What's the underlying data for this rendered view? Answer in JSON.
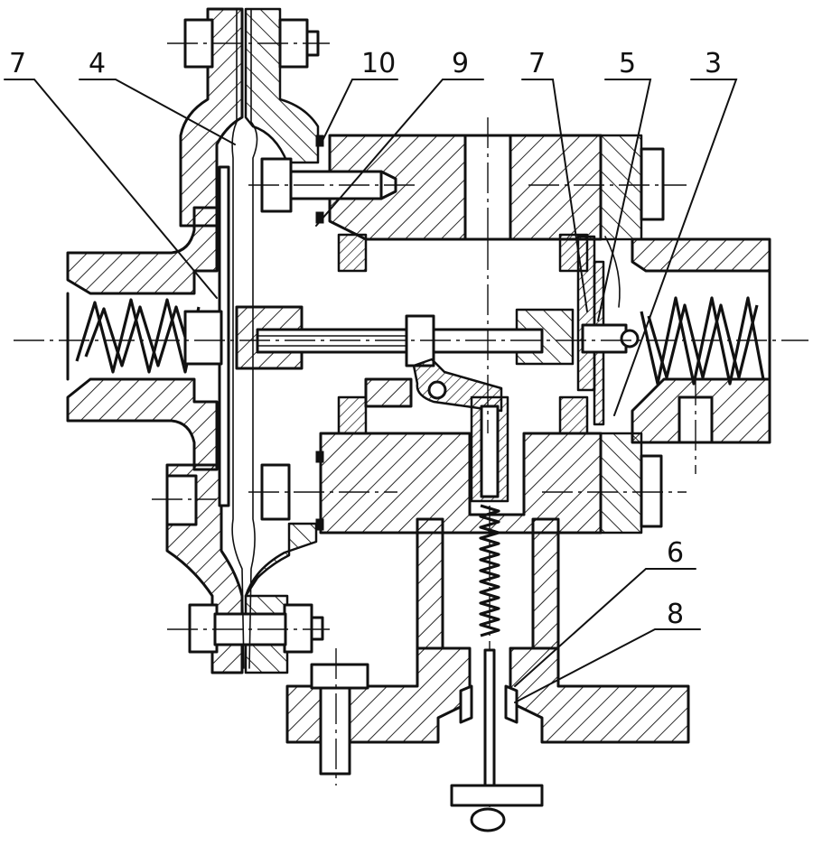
{
  "callouts": [
    {
      "id": "7a",
      "label": "7"
    },
    {
      "id": "4",
      "label": "4"
    },
    {
      "id": "10",
      "label": "10"
    },
    {
      "id": "9",
      "label": "9"
    },
    {
      "id": "7b",
      "label": "7"
    },
    {
      "id": "5",
      "label": "5"
    },
    {
      "id": "3",
      "label": "3"
    },
    {
      "id": "6",
      "label": "6"
    },
    {
      "id": "8",
      "label": "8"
    }
  ],
  "colors": {
    "ink": "#111111",
    "paper": "#ffffff"
  }
}
